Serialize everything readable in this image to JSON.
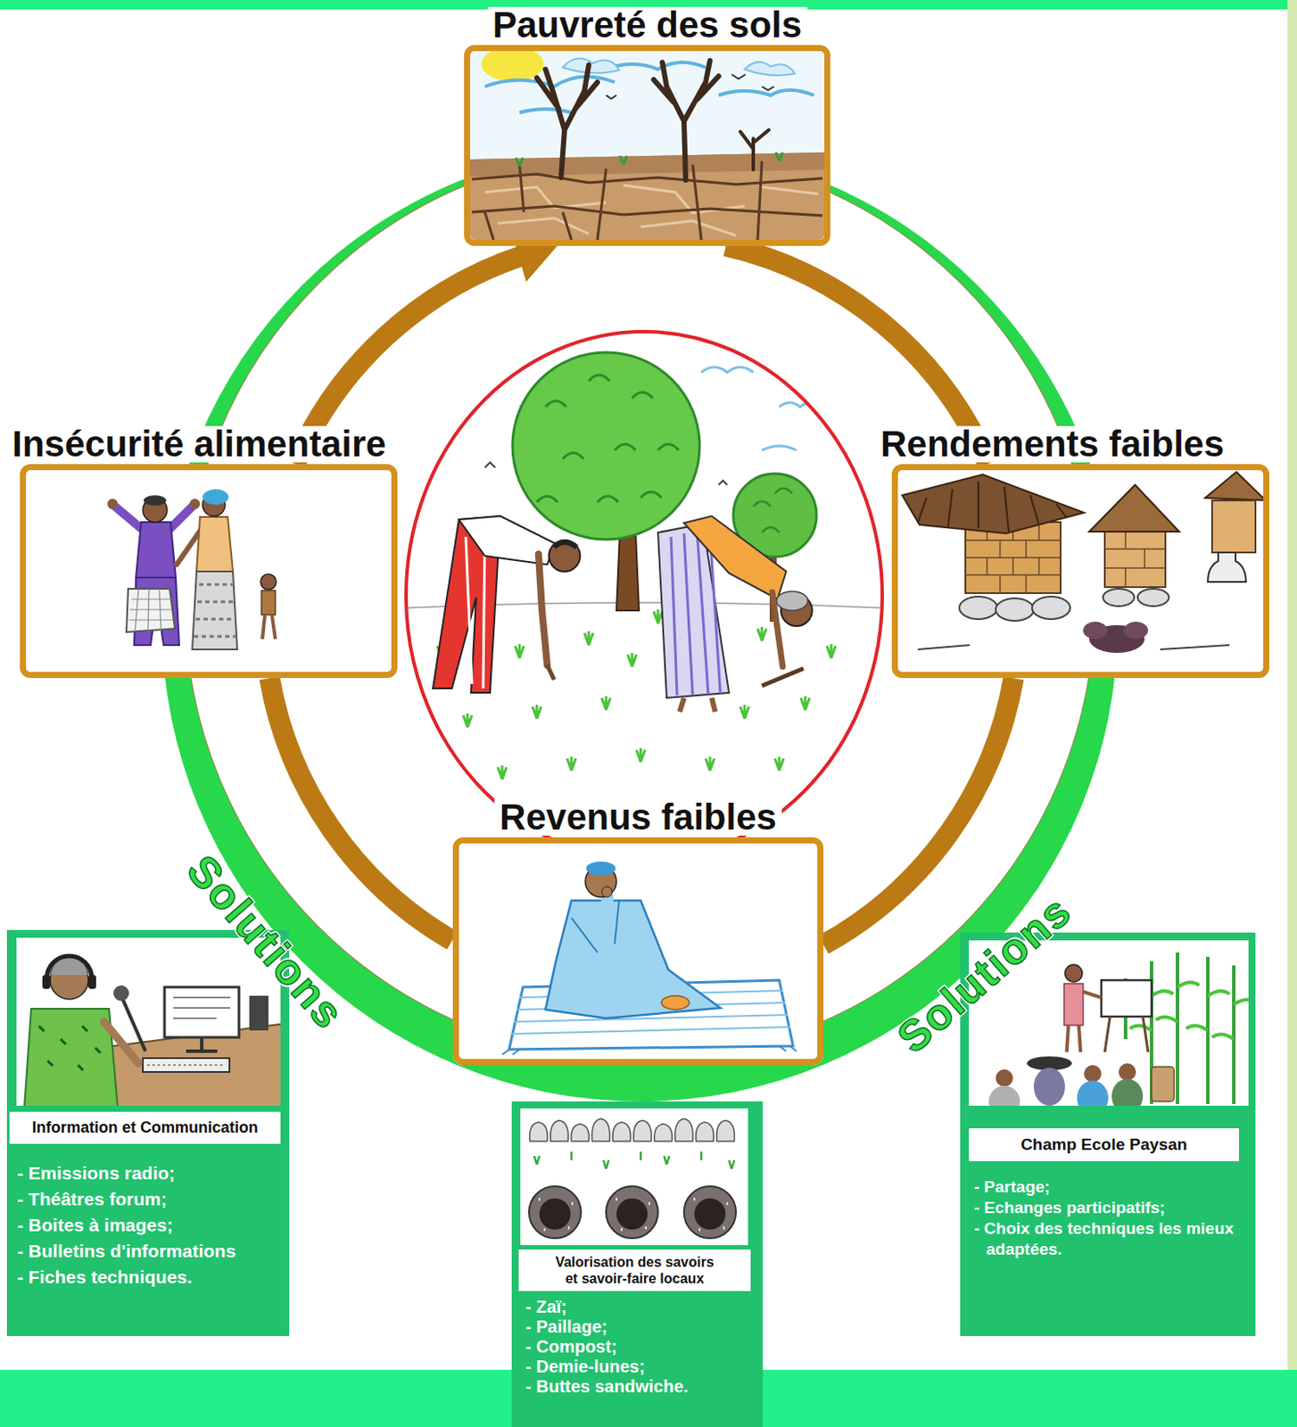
{
  "diagram": {
    "nodes": [
      {
        "text": [
          "Pauvreté des sols"
        ]
      },
      {
        "text": [
          "Insécurité alimentaire"
        ]
      },
      {
        "text": [
          "Rendements faibles"
        ]
      },
      {
        "text": [
          "Revenus faibles"
        ]
      },
      {
        "text": [
          "Information et Communication",
          "- Emissions radio;",
          "- Théâtres forum;",
          "- Boites à images;",
          "- Bulletins d'informations",
          "- Fiches techniques."
        ]
      },
      {
        "text": [
          "Valorisation des savoirs et savoir-faire locaux",
          "- Zaï;",
          "- Paillage;",
          "- Compost;",
          "- Demie-lunes;",
          "- Buttes sandwiche."
        ]
      },
      {
        "text": [
          "Champ Ecole Paysan",
          "- Partage;",
          "- Echanges participatifs;",
          "- Choix des techniques les mieux adaptées."
        ]
      }
    ],
    "edges": [
      {
        "from": 0,
        "to": 2,
        "arrow": "none"
      },
      {
        "from": 2,
        "to": 3,
        "arrow": "none"
      },
      {
        "from": 3,
        "to": 1,
        "arrow": "none"
      },
      {
        "from": 1,
        "to": 0,
        "arrow": "to"
      }
    ],
    "labels": [
      "Solutions",
      "Solutions"
    ]
  }
}
